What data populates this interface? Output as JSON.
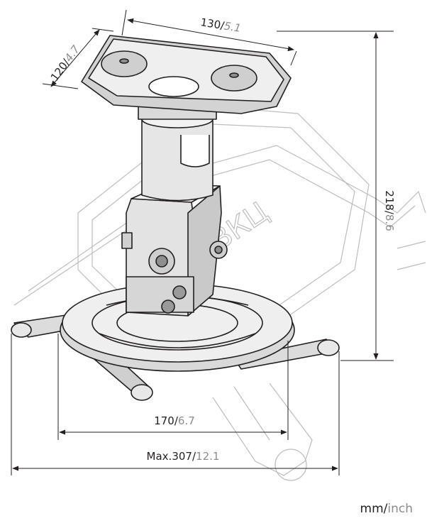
{
  "colors": {
    "ink": "#231f20",
    "inch": "#8c8c8c",
    "watermark": "#bdbdbd"
  },
  "dimensions": {
    "top_width": {
      "mm": "130",
      "sep": "/",
      "inch": "5.1"
    },
    "top_depth": {
      "mm": "120",
      "sep": "/",
      "inch": "4.7"
    },
    "height": {
      "mm": "218",
      "sep": "/",
      "inch": "8.6"
    },
    "base": {
      "mm": "170",
      "sep": "/",
      "inch": "6.7"
    },
    "max_span": {
      "mm": "Max.307",
      "sep": "/",
      "inch": "12.1"
    }
  },
  "units": {
    "mm": "mm",
    "sep": "/",
    "inch": "inch"
  },
  "watermark": {
    "text": "ВКЦ"
  }
}
